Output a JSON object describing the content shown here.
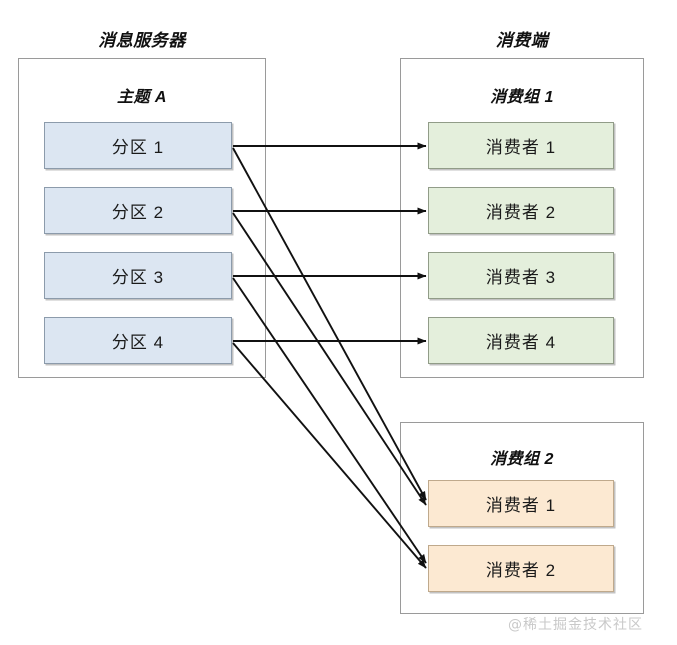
{
  "sections": {
    "broker_caption": "消息服务器",
    "consumer_caption": "消费端"
  },
  "broker": {
    "topic_title": "主题 A",
    "partitions": [
      {
        "label": "分区 1"
      },
      {
        "label": "分区 2"
      },
      {
        "label": "分区 3"
      },
      {
        "label": "分区 4"
      }
    ]
  },
  "consumer_groups": [
    {
      "title": "消费组 1",
      "color": "#e4efdc",
      "members": [
        {
          "label": "消费者 1"
        },
        {
          "label": "消费者 2"
        },
        {
          "label": "消费者 3"
        },
        {
          "label": "消费者 4"
        }
      ]
    },
    {
      "title": "消费组 2",
      "color": "#fce9d2",
      "members": [
        {
          "label": "消费者 1"
        },
        {
          "label": "消费者 2"
        }
      ]
    }
  ],
  "connections": [
    {
      "from": "分区 1",
      "to_group": "消费组 1",
      "to": "消费者 1"
    },
    {
      "from": "分区 2",
      "to_group": "消费组 1",
      "to": "消费者 2"
    },
    {
      "from": "分区 3",
      "to_group": "消费组 1",
      "to": "消费者 3"
    },
    {
      "from": "分区 4",
      "to_group": "消费组 1",
      "to": "消费者 4"
    },
    {
      "from": "分区 1",
      "to_group": "消费组 2",
      "to": "消费者 1"
    },
    {
      "from": "分区 2",
      "to_group": "消费组 2",
      "to": "消费者 1"
    },
    {
      "from": "分区 3",
      "to_group": "消费组 2",
      "to": "消费者 2"
    },
    {
      "from": "分区 4",
      "to_group": "消费组 2",
      "to": "消费者 2"
    }
  ],
  "watermark": {
    "text": "@稀土掘金技术社区"
  },
  "colors": {
    "partition_fill": "#dce6f2",
    "consumer_group1_fill": "#e4efdc",
    "consumer_group2_fill": "#fce9d2",
    "frame_border": "#9a9a9a",
    "arrow": "#111111",
    "background": "#ffffff"
  }
}
